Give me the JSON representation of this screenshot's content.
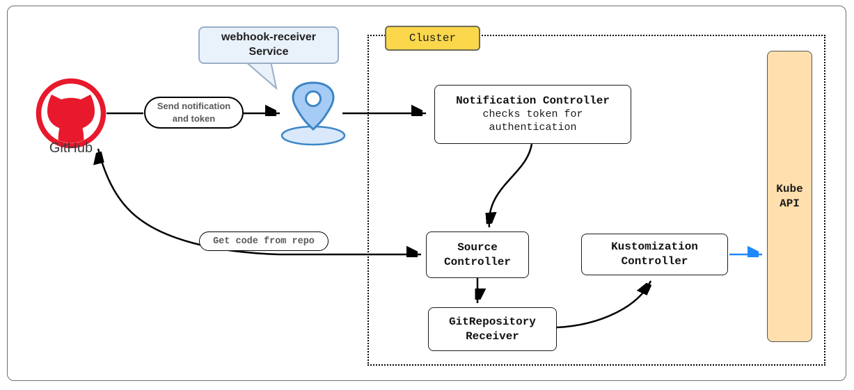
{
  "diagram": {
    "github": {
      "label": "GitHub"
    },
    "callout": {
      "label": "webhook-receiver\nService"
    },
    "cluster": {
      "label": "Cluster"
    },
    "edge_labels": {
      "send_notification": "Send notification\nand token",
      "get_code": "Get code from repo"
    },
    "nodes": {
      "notification_controller": {
        "title": "Notification Controller",
        "subtitle": "checks token for\nauthentication"
      },
      "source_controller": {
        "title": "Source\nController"
      },
      "gitrepository_receiver": {
        "title": "GitRepository\nReceiver"
      },
      "kustomization_controller": {
        "title": "Kustomization\nController"
      },
      "kube_api": {
        "title": "Kube\nAPI"
      }
    },
    "icons": {
      "github": "github-octocat-icon",
      "webhook_receiver": "location-pin-icon"
    },
    "colors": {
      "github_red": "#e8192c",
      "pin_fill": "#a6cbf5",
      "pin_stroke": "#3d85c6",
      "pin_shadow_fill": "#d9e9fb",
      "callout_fill": "#e9f1fb",
      "callout_border": "#99aec8",
      "cluster_label_fill": "#fbd74b",
      "kube_api_fill": "#ffdfad",
      "arrow_black": "#000000",
      "arrow_blue": "#1e88ff",
      "edge_label_text": "#595959"
    }
  }
}
